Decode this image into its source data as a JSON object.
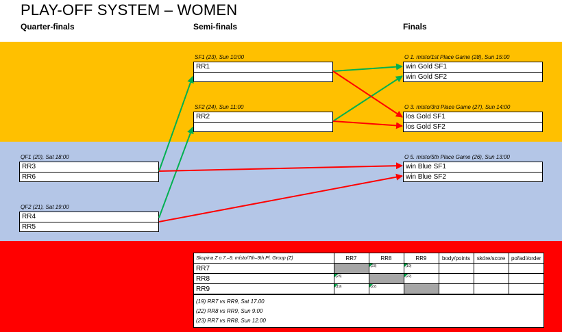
{
  "title": "PLAY-OFF SYSTEM – WOMEN",
  "columns": {
    "qf": "Quarter-finals",
    "sf": "Semi-finals",
    "finals": "Finals"
  },
  "colors": {
    "gold_band": "#ffc000",
    "blue_band": "#b4c6e7",
    "red_band": "#ff0000",
    "green_arrow": "#00b050",
    "red_arrow": "#ff0000"
  },
  "matches": {
    "qf1": {
      "caption": "QF1 (20), Sat 18:00",
      "teams": [
        "RR3",
        "RR6"
      ]
    },
    "qf2": {
      "caption": "QF2 (21), Sat 19:00",
      "teams": [
        "RR4",
        "RR5"
      ]
    },
    "sf1": {
      "caption": "SF1 (23), Sun 10:00",
      "teams": [
        "RR1",
        ""
      ]
    },
    "sf2": {
      "caption": "SF2 (24), Sun 11:00",
      "teams": [
        "RR2",
        ""
      ]
    },
    "gold": {
      "caption": "O 1. místo/1st Place Game (28), Sun 15:00",
      "teams": [
        "win Gold SF1",
        "win Gold SF2"
      ]
    },
    "bronze": {
      "caption": "O 3. místo/3rd Place Game (27), Sun 14:00",
      "teams": [
        "los Gold SF1",
        "los Gold SF2"
      ]
    },
    "fifth": {
      "caption": "O 5. místo/5th Place Game (26), Sun 13:00",
      "teams": [
        "win Blue SF1",
        "win Blue SF2"
      ]
    }
  },
  "group": {
    "caption": "Skupina Z o 7.–9. místo/7th–9th Pl. Group (Z)",
    "headers": [
      "RR7",
      "RR8",
      "RR9",
      "body/points",
      "skóre/score",
      "pořadí/order"
    ],
    "rows": [
      {
        "team": "RR7",
        "cells": [
          "",
          "(23)",
          "(19)",
          "",
          "",
          ""
        ]
      },
      {
        "team": "RR8",
        "cells": [
          "(23)",
          "",
          "(22)",
          "",
          "",
          ""
        ]
      },
      {
        "team": "RR9",
        "cells": [
          "(19)",
          "(22)",
          "",
          "",
          "",
          ""
        ]
      }
    ],
    "notes": [
      "(19) RR7 vs RR9, Sat 17.00",
      "(22) RR8 vs RR9, Sun 9:00",
      "(23) RR7 vs RR8, Sun 12.00"
    ]
  }
}
